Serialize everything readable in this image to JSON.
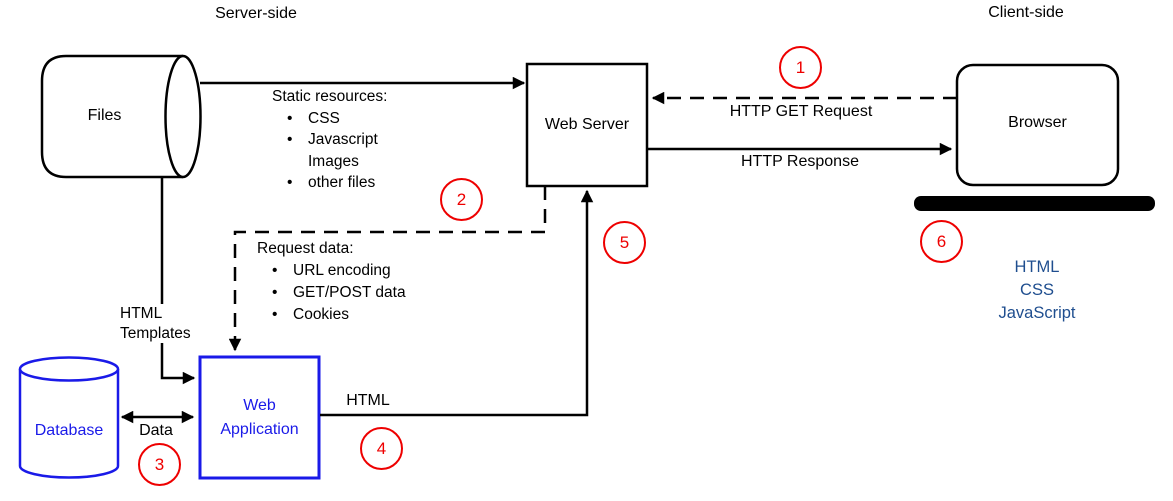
{
  "diagram": {
    "regions": {
      "server": "Server-side",
      "client": "Client-side"
    },
    "nodes": {
      "files": "Files",
      "web_server": "Web Server",
      "browser": "Browser",
      "database": "Database",
      "web_application": [
        "Web",
        "Application"
      ]
    },
    "notes": {
      "static_resources": {
        "title": "Static resources:",
        "items": [
          "CSS",
          "Javascript",
          "Images",
          "other files"
        ]
      },
      "request_data": {
        "title": "Request data:",
        "items": [
          "URL encoding",
          "GET/POST data",
          "Cookies"
        ]
      },
      "client_tech": [
        "HTML",
        "CSS",
        "JavaScript"
      ]
    },
    "edges": {
      "http_get_request": "HTTP GET Request",
      "http_response": "HTTP Response",
      "html_templates": [
        "HTML",
        "Templates"
      ],
      "data": "Data",
      "html": "HTML"
    },
    "steps": [
      "1",
      "2",
      "3",
      "4",
      "5",
      "6"
    ],
    "colors": {
      "node_blue": "#1a1ae8",
      "tech_navy": "#1f4e8f",
      "step_red": "#ee0000",
      "line_black": "#000000"
    }
  }
}
